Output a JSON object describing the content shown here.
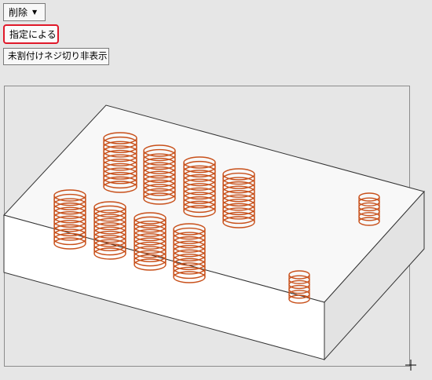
{
  "toolbar": {
    "delete_label": "削除",
    "delete_dropdown_icon": "caret-down-icon",
    "by_spec_label": "指定による",
    "hide_unassigned_label": "未割付けネジ切り非表示"
  },
  "colors": {
    "background": "#e6e6e6",
    "viewport_border": "#8c8c8c",
    "block_top": "#f8f8f8",
    "block_front": "#ffffff",
    "block_side": "#e3e3e3",
    "thread": "#c8501a",
    "highlight": "#e0192a"
  }
}
